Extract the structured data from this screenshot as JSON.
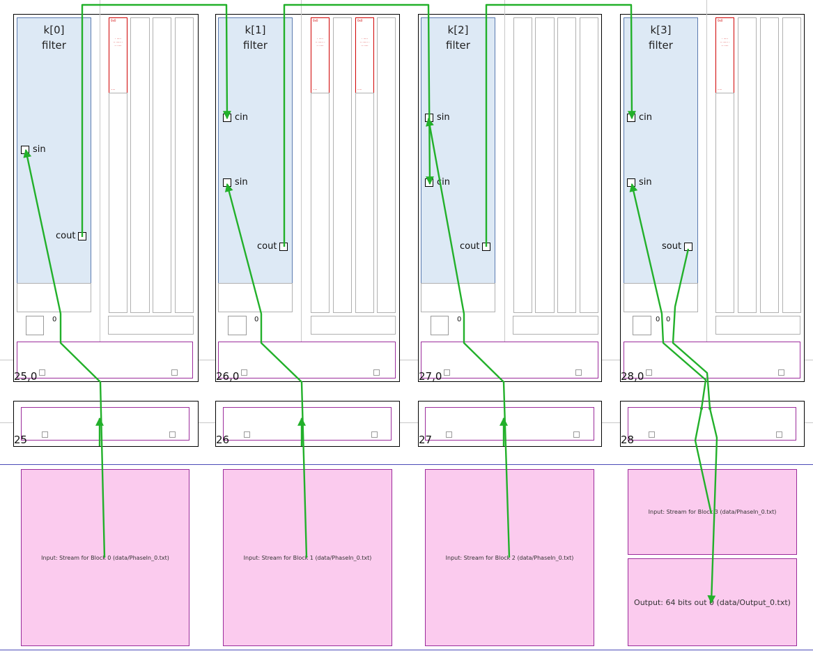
{
  "tiles": [
    {
      "kernel_name": "k[0]",
      "kernel_type": "filter",
      "tile_coord": "25,0",
      "shim_coord": "25",
      "junction": "0",
      "ports": [
        {
          "label": "sin"
        },
        {
          "label": "cout"
        }
      ],
      "memory": [
        {
          "label": "0x0",
          "mid": "· ·····\n·· ······ ·\n·· ·····",
          "bottom": "·····"
        }
      ],
      "io": [
        {
          "label": "Input: Stream for Block 0 (data/PhaseIn_0.txt)"
        }
      ]
    },
    {
      "kernel_name": "k[1]",
      "kernel_type": "filter",
      "tile_coord": "26,0",
      "shim_coord": "26",
      "junction": "0",
      "ports": [
        {
          "label": "cin"
        },
        {
          "label": "sin"
        },
        {
          "label": "cout"
        }
      ],
      "memory": [
        {
          "label": "0x0",
          "mid": "· ·····\n·· ······ ·\n·· ·····",
          "bottom": "·····"
        },
        {
          "label": "0x0",
          "mid": "· ·····\n·· ······ ·\n·· ·····",
          "bottom": "·····"
        }
      ],
      "io": [
        {
          "label": "Input: Stream for Block 1 (data/PhaseIn_0.txt)"
        }
      ]
    },
    {
      "kernel_name": "k[2]",
      "kernel_type": "filter",
      "tile_coord": "27,0",
      "shim_coord": "27",
      "junction": "0",
      "ports": [
        {
          "label": "sin"
        },
        {
          "label": "cin"
        },
        {
          "label": "cout"
        }
      ],
      "memory": [],
      "io": [
        {
          "label": "Input: Stream for Block 2 (data/PhaseIn_0.txt)"
        }
      ]
    },
    {
      "kernel_name": "k[3]",
      "kernel_type": "filter",
      "tile_coord": "28,0",
      "shim_coord": "28",
      "junction": "0",
      "junction2": "0",
      "ports": [
        {
          "label": "cin"
        },
        {
          "label": "sin"
        },
        {
          "label": "sout"
        }
      ],
      "memory": [
        {
          "label": "0x0",
          "mid": "· ·····\n·· ······ ·\n·· ·····",
          "bottom": "·····"
        }
      ],
      "io": [
        {
          "label": "Input: Stream for Block 3 (data/PhaseIn_0.txt)"
        },
        {
          "label": "Output: 64 bits out 0 (data/Output_0.txt)"
        }
      ]
    }
  ],
  "colors": {
    "net": "#22b02a",
    "kernel_fill": "#dde9f5",
    "io_fill": "#fbcbee",
    "iface": "#9b2b9b",
    "memory": "#d00000"
  }
}
